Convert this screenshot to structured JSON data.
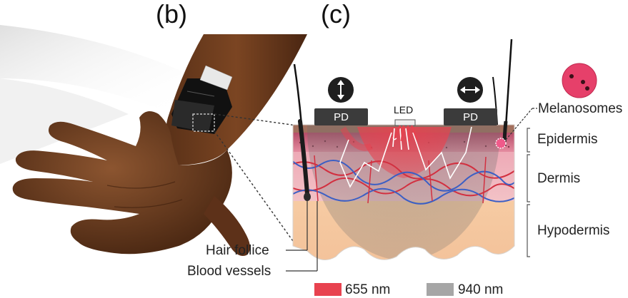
{
  "panels": {
    "b": "(b)",
    "c": "(c)"
  },
  "chips": {
    "left": "PD",
    "right": "PD",
    "center": "LED"
  },
  "layers": {
    "melanosomes": "Melanosomes",
    "epidermis": "Epidermis",
    "dermis": "Dermis",
    "hypodermis": "Hypodermis"
  },
  "callouts": {
    "hair_follicle": "Hair follice",
    "blood_vessels": "Blood vessels"
  },
  "legend": {
    "red": {
      "label": "655 nm",
      "color": "#e8424f"
    },
    "gray": {
      "label": "940 nm",
      "color": "#a6a6a6"
    }
  },
  "icons": [
    "up-down-arrow-icon",
    "left-right-arrow-icon"
  ]
}
